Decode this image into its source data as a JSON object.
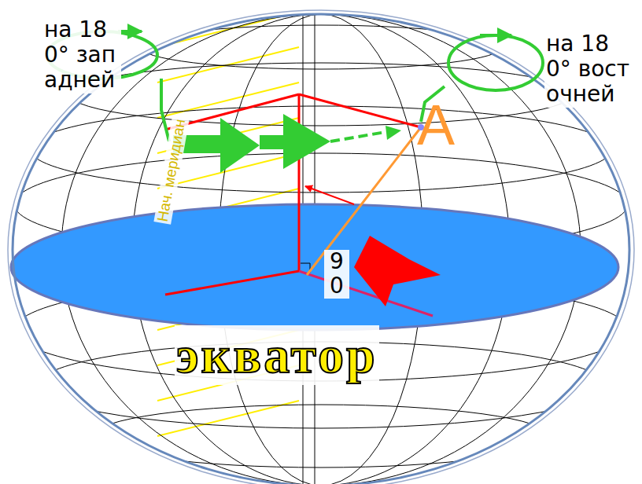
{
  "diagram": {
    "labels": [
      "на 180° западней",
      "Нач. меридиан",
      "на 180° восточней",
      "А",
      "90",
      "экватор"
    ]
  }
}
